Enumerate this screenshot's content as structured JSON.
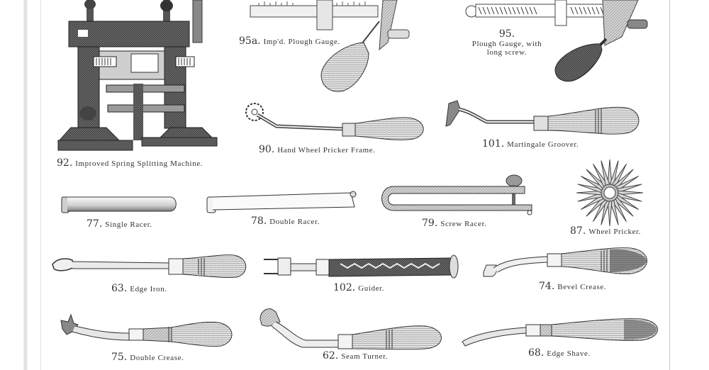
{
  "page": {
    "type": "scanned catalog page",
    "subject": "Saddlers' and harness makers' leather working tools"
  },
  "items": [
    {
      "id": "92",
      "number": "92.",
      "label": "Improved Spring Splitting Machine.",
      "icon": "splitting-machine-illustration"
    },
    {
      "id": "95a",
      "number": "95a.",
      "label": "Imp'd. Plough Gauge.",
      "icon": "plough-gauge-illustration"
    },
    {
      "id": "95",
      "number": "95.",
      "label_line1": "Plough Gauge, with",
      "label_line2": "long screw.",
      "icon": "plough-gauge-long-screw-illustration"
    },
    {
      "id": "90",
      "number": "90.",
      "label": "Hand Wheel Pricker Frame.",
      "icon": "wheel-pricker-frame-illustration"
    },
    {
      "id": "101",
      "number": "101.",
      "label": "Martingale Groover.",
      "icon": "groover-illustration"
    },
    {
      "id": "77",
      "number": "77.",
      "label": "Single Racer.",
      "icon": "single-racer-illustration"
    },
    {
      "id": "78",
      "number": "78.",
      "label": "Double Racer.",
      "icon": "double-racer-illustration"
    },
    {
      "id": "79",
      "number": "79.",
      "label": "Screw Racer.",
      "icon": "screw-racer-illustration"
    },
    {
      "id": "87",
      "number": "87.",
      "label": "Wheel Pricker.",
      "icon": "wheel-pricker-illustration"
    },
    {
      "id": "63",
      "number": "63.",
      "label": "Edge Iron.",
      "icon": "edge-iron-illustration"
    },
    {
      "id": "102",
      "number": "102.",
      "label": "Guider.",
      "icon": "guider-illustration"
    },
    {
      "id": "74",
      "number": "74.",
      "label": "Bevel Crease.",
      "icon": "bevel-crease-illustration"
    },
    {
      "id": "75",
      "number": "75.",
      "label": "Double Crease.",
      "icon": "double-crease-illustration"
    },
    {
      "id": "62",
      "number": "62.",
      "label": "Seam Turner.",
      "icon": "seam-turner-illustration"
    },
    {
      "id": "68",
      "number": "68.",
      "label": "Edge Shave.",
      "icon": "edge-shave-illustration"
    }
  ],
  "colors": {
    "ink": "#2a2a2a",
    "metal": "#d9d9d9",
    "wood": "#bdbdbd",
    "paper": "#ffffff"
  }
}
